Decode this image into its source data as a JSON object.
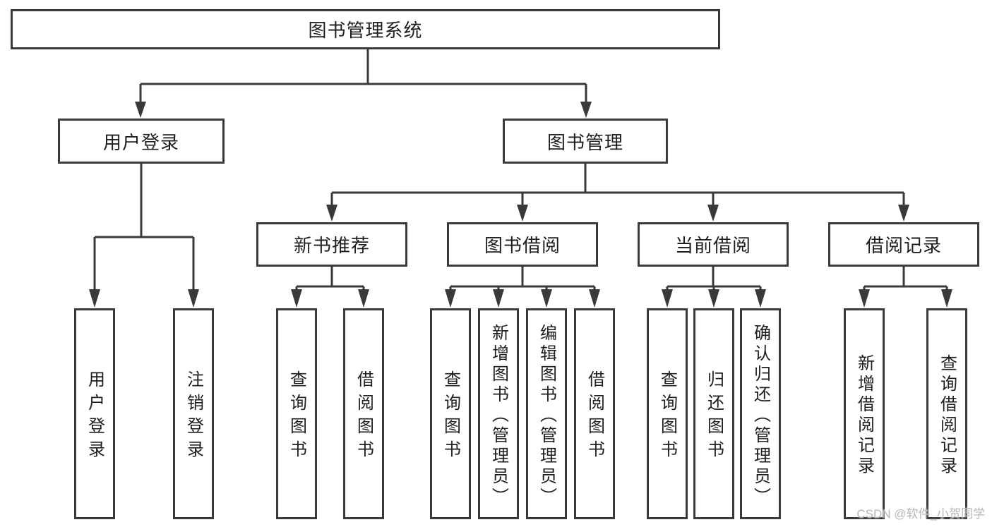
{
  "diagram_title": "图书管理系统",
  "nodes": {
    "root": "图书管理系统",
    "user_login": "用户登录",
    "book_management": "图书管理",
    "new_book_recommend": "新书推荐",
    "book_borrow": "图书借阅",
    "current_borrow": "当前借阅",
    "borrow_records": "借阅记录",
    "ul_user_login": "用户登录",
    "ul_logout": "注销登录",
    "nb_query_books": "查询图书",
    "nb_borrow_books": "借阅图书",
    "bb_query_books": "查询图书",
    "bb_add_books": "新增图书（管理员）",
    "bb_edit_books": "编辑图书（管理员）",
    "bb_borrow_books": "借阅图书",
    "cb_query_books": "查询图书",
    "cb_return_books": "归还图书",
    "cb_confirm_return": "确认归还（管理员）",
    "br_add_record": "新增借阅记录",
    "br_query_record": "查询借阅记录"
  },
  "hierarchy": {
    "label": "图书管理系统",
    "children": [
      {
        "label": "用户登录",
        "children": [
          {
            "label": "用户登录"
          },
          {
            "label": "注销登录"
          }
        ]
      },
      {
        "label": "图书管理",
        "children": [
          {
            "label": "新书推荐",
            "children": [
              {
                "label": "查询图书"
              },
              {
                "label": "借阅图书"
              }
            ]
          },
          {
            "label": "图书借阅",
            "children": [
              {
                "label": "查询图书"
              },
              {
                "label": "新增图书（管理员）"
              },
              {
                "label": "编辑图书（管理员）"
              },
              {
                "label": "借阅图书"
              }
            ]
          },
          {
            "label": "当前借阅",
            "children": [
              {
                "label": "查询图书"
              },
              {
                "label": "归还图书"
              },
              {
                "label": "确认归还（管理员）"
              }
            ]
          },
          {
            "label": "借阅记录",
            "children": [
              {
                "label": "新增借阅记录"
              },
              {
                "label": "查询借阅记录"
              }
            ]
          }
        ]
      }
    ]
  },
  "watermark": "CSDN @软件_小贺同学",
  "colors": {
    "line": "#3a3a3a",
    "box_border": "#3a3a3a",
    "text": "#1e1e1e",
    "watermark_text": "#b6b6ba",
    "background": "#ffffff"
  }
}
